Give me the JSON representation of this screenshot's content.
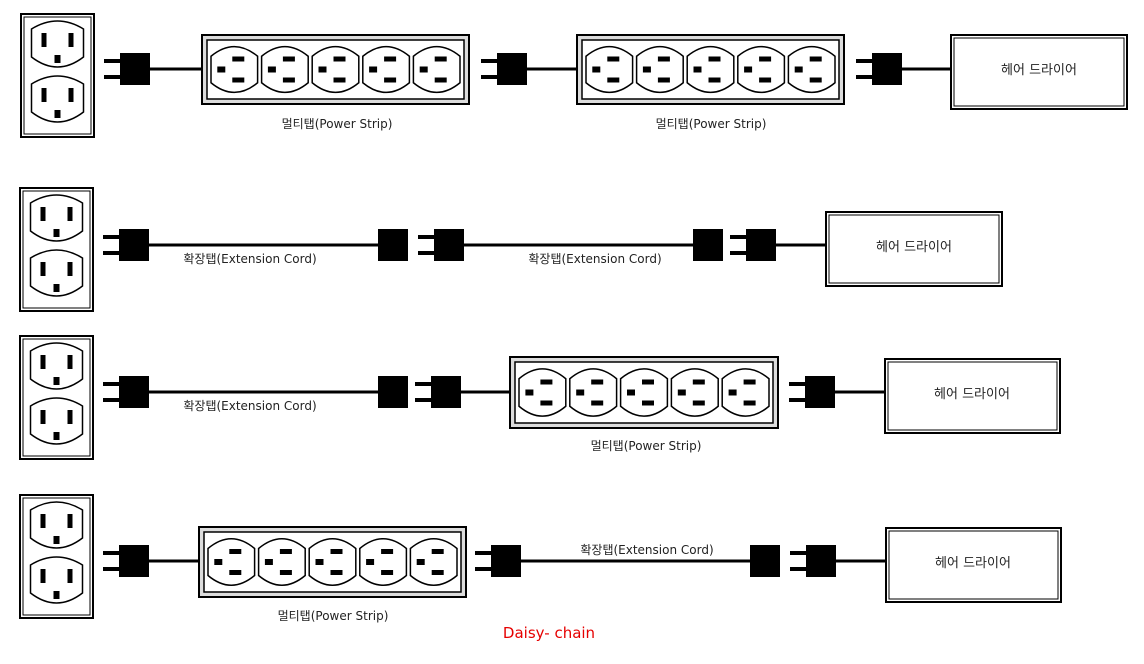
{
  "labels": {
    "power_strip": "멀티탭(Power Strip)",
    "extension_cord": "확장탭(Extension Cord)",
    "hair_dryer": "헤어 드라이어",
    "caption": "Daisy- chain"
  },
  "colors": {
    "line": "#000000",
    "caption": "#e60000",
    "strip_fill": "#dcdcdc"
  },
  "icons": {
    "wall_outlet": "duplex-wall-outlet-icon",
    "plug": "plug-icon",
    "socket": "socket-icon"
  },
  "rows": [
    [
      "wall-outlet",
      "plug",
      "power-strip",
      "plug",
      "power-strip",
      "plug",
      "hair-dryer"
    ],
    [
      "wall-outlet",
      "plug",
      "extension-cord",
      "plug",
      "extension-cord",
      "plug",
      "hair-dryer"
    ],
    [
      "wall-outlet",
      "plug",
      "extension-cord",
      "plug",
      "power-strip",
      "plug",
      "hair-dryer"
    ],
    [
      "wall-outlet",
      "plug",
      "power-strip",
      "plug",
      "extension-cord",
      "plug",
      "hair-dryer"
    ]
  ]
}
